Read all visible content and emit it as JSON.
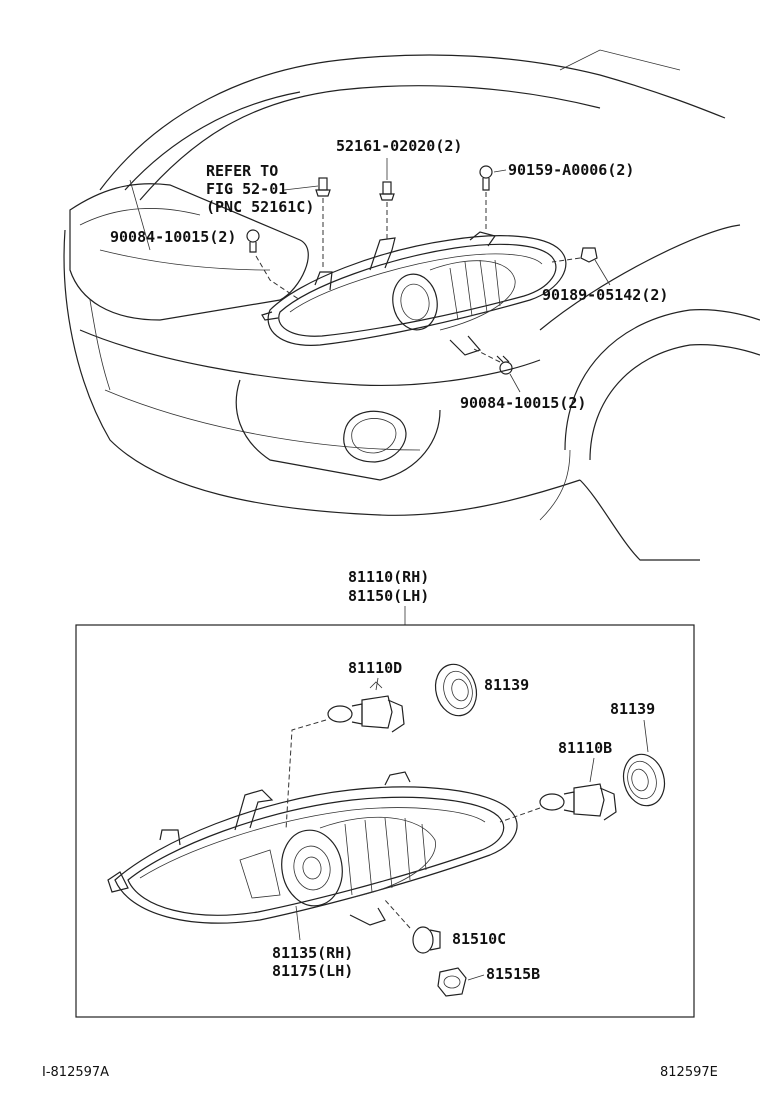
{
  "labels": {
    "refer_line1": "REFER TO",
    "refer_line2": "FIG 52-01",
    "refer_line3": "(PNC 52161C)",
    "p52161": "52161-02020(2)",
    "p90159": "90159-A0006(2)",
    "p90084_left": "90084-10015(2)",
    "p90189": "90189-05142(2)",
    "p90084_right": "90084-10015(2)",
    "p81110_rh": "81110(RH)",
    "p81150_lh": "81150(LH)",
    "p81110d": "81110D",
    "p81139_top": "81139",
    "p81139_right": "81139",
    "p81110b": "81110B",
    "p81135_rh": "81135(RH)",
    "p81175_lh": "81175(LH)",
    "p81510c": "81510C",
    "p81515b": "81515B"
  },
  "footer": {
    "left_code": "I-812597A",
    "right_code": "812597E"
  }
}
